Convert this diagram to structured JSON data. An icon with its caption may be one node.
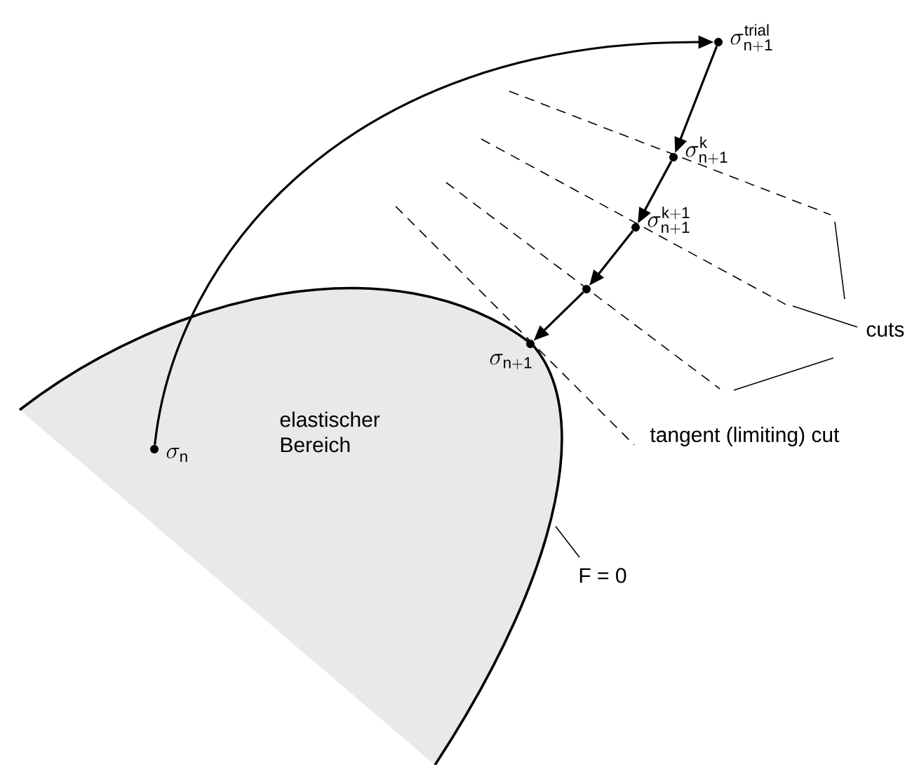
{
  "diagram": {
    "nodes": [
      {
        "text": [],
        "shape": "circle",
        "beside": [
          "\\sigma_{\\mathrm{n}}"
        ]
      },
      {
        "text": [],
        "shape": "circle",
        "beside": [
          "\\sigma^{\\mathrm{trial}}_{\\mathrm{n+1}}"
        ]
      },
      {
        "text": [],
        "shape": "circle",
        "beside": [
          "\\sigma^{\\mathrm{k}}_{\\mathrm{n+1}}"
        ]
      },
      {
        "text": [],
        "shape": "circle",
        "beside": [
          "\\sigma^{\\mathrm{k+1}}_{\\mathrm{n+1}}"
        ]
      },
      {
        "text": [],
        "shape": "circle"
      },
      {
        "text": [],
        "shape": "circle",
        "beside": [
          "\\sigma_{\\mathrm{n+1}}"
        ]
      },
      {
        "text": [
          "cuts"
        ]
      },
      {
        "text": [
          "F = 0"
        ]
      }
    ],
    "edges": [
      {
        "from": 0,
        "to": 1,
        "arrow": "to"
      },
      {
        "from": 1,
        "to": 2,
        "arrow": "to"
      },
      {
        "from": 2,
        "to": 3,
        "arrow": "to"
      },
      {
        "from": 3,
        "to": 4,
        "arrow": "to"
      },
      {
        "from": 4,
        "to": 5,
        "arrow": "to"
      },
      {
        "from": 6,
        "to": null,
        "arrow": "none"
      },
      {
        "from": 6,
        "to": null,
        "arrow": "none"
      },
      {
        "from": 6,
        "to": null,
        "arrow": "none"
      },
      {
        "from": 7,
        "to": null,
        "arrow": "none"
      }
    ],
    "labels": [
      "tangent (limiting) cut",
      "elastischer Bereich"
    ]
  }
}
